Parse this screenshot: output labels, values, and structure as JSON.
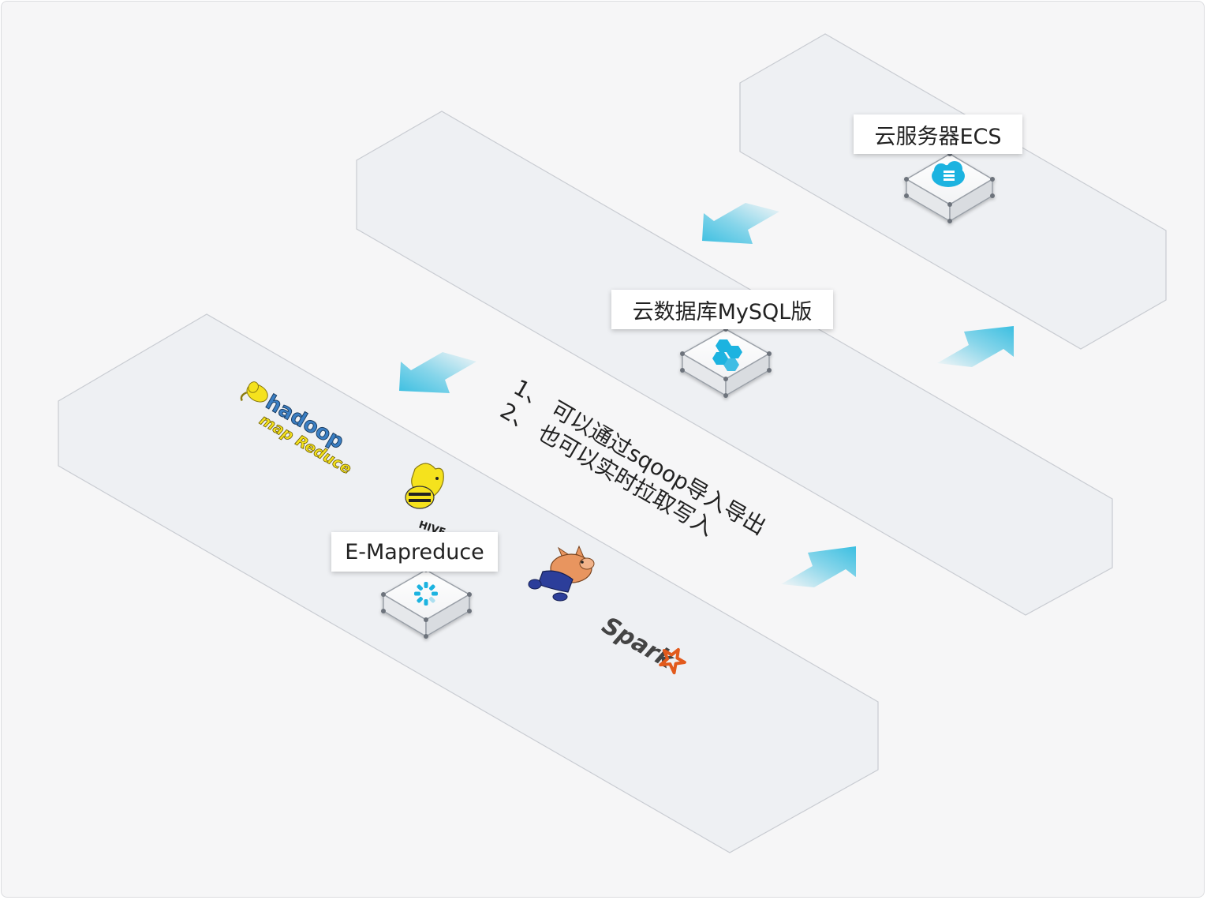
{
  "nodes": {
    "ecs": {
      "label": "云服务器ECS",
      "icon": "cloud-server-icon"
    },
    "rds": {
      "label": "云数据库MySQL版",
      "icon": "database-hexagons-icon"
    },
    "emr": {
      "label": "E-Mapreduce",
      "icon": "emr-spinner-icon"
    }
  },
  "notes": {
    "line1": "1、 可以通过sqoop导入导出",
    "line2": "2、 也可以实时拉取写入"
  },
  "logos": {
    "hadoop": {
      "word": "hadoop",
      "sub": "map Reduce",
      "icon": "hadoop-elephant-icon"
    },
    "hive": {
      "word": "HIVE",
      "icon": "hive-bee-icon"
    },
    "pig": {
      "icon": "pig-logo-icon"
    },
    "spark": {
      "word": "Spark",
      "icon": "spark-star-icon"
    }
  },
  "colors": {
    "platform_fill": "#eef0f3",
    "platform_edge": "#c9ccd2",
    "arrow": "#3cbfe1",
    "node_icon": "#1fb3e0",
    "hadoop_yellow": "#f5e21d",
    "hadoop_blue": "#3a7fc4",
    "spark_orange": "#e25a1c"
  }
}
